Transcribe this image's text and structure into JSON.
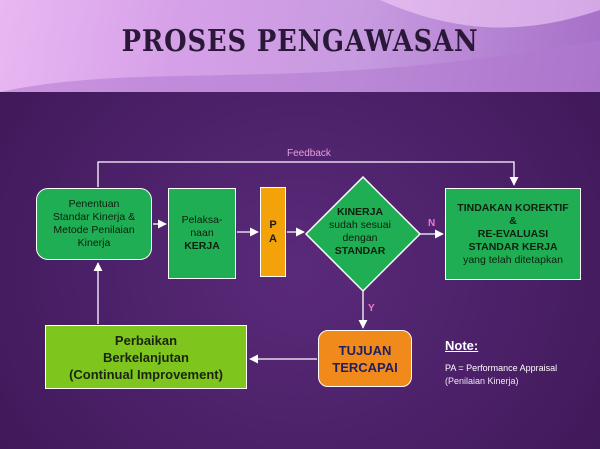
{
  "title": "PROSES PENGAWASAN",
  "colors": {
    "background": "#4a1f66",
    "header": "#d6a0e8",
    "green_box": "#1fae53",
    "light_green_box": "#7ec51d",
    "pa_box": "#f4a20a",
    "tujuan_box": "#f08a1a",
    "arrow": "#ffffff",
    "label_pink": "#f07bc6"
  },
  "nodes": {
    "standard": {
      "lines": [
        "Penentuan",
        "Standar Kinerja &",
        "Metode Penilaian",
        "Kinerja"
      ]
    },
    "pelaksanaan": {
      "lines": [
        "Pelaksa-",
        "naan",
        "KERJA"
      ]
    },
    "pa": {
      "lines": [
        "P",
        "A"
      ]
    },
    "decision": {
      "lines": [
        "KINERJA",
        "sudah sesuai",
        "dengan",
        "STANDAR"
      ]
    },
    "tindakan": {
      "lines": [
        "TINDAKAN KOREKTIF",
        "&",
        "RE-EVALUASI",
        "STANDAR KERJA",
        "yang telah ditetapkan"
      ]
    },
    "tujuan": {
      "lines": [
        "TUJUAN",
        "TERCAPAI"
      ]
    },
    "perbaikan": {
      "lines": [
        "Perbaikan",
        "Berkelanjutan",
        "(Continual Improvement)"
      ]
    }
  },
  "edge_labels": {
    "feedback": "Feedback",
    "no": "N",
    "yes": "Y"
  },
  "note": {
    "title": "Note:",
    "line1": "PA = Performance Appraisal",
    "line2": "(Penilaian Kinerja)"
  }
}
